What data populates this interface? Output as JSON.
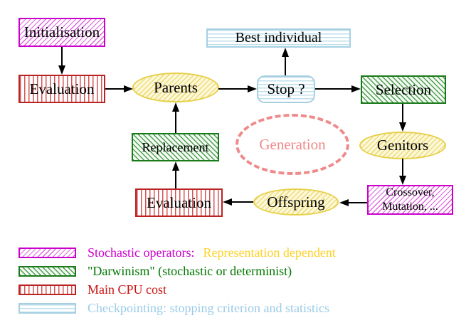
{
  "diagram": {
    "nodes": {
      "initialisation": {
        "label": "Initialisation",
        "category": "stochastic-operator"
      },
      "evaluation_top": {
        "label": "Evaluation",
        "category": "main-cpu-cost"
      },
      "parents": {
        "label": "Parents",
        "category": "population"
      },
      "stop": {
        "label": "Stop ?",
        "category": "checkpointing"
      },
      "best_individual": {
        "label": "Best individual",
        "category": "checkpointing"
      },
      "selection": {
        "label": "Selection",
        "category": "darwinism"
      },
      "genitors": {
        "label": "Genitors",
        "category": "population"
      },
      "crossover_mutation": {
        "line1": "Crossover,",
        "line2": "Mutation, ...",
        "category": "stochastic-operator"
      },
      "offspring": {
        "label": "Offspring",
        "category": "population"
      },
      "evaluation_bottom": {
        "label": "Evaluation",
        "category": "main-cpu-cost"
      },
      "replacement": {
        "label": "Replacement",
        "category": "darwinism"
      },
      "generation": {
        "label": "Generation",
        "category": "cycle-annotation"
      }
    },
    "arrows": [
      "initialisation->evaluation_top",
      "evaluation_top->parents",
      "parents->stop",
      "stop->best_individual",
      "stop->selection",
      "selection->genitors",
      "genitors->crossover_mutation",
      "crossover_mutation->offspring",
      "offspring->evaluation_bottom",
      "evaluation_bottom->replacement",
      "replacement->parents"
    ]
  },
  "legend": {
    "items": [
      {
        "label": "Stochastic operators:",
        "label2": "Representation dependent",
        "swatch": "magenta-diagonal-hatch"
      },
      {
        "label": "\"Darwinism\" (stochastic or determinist)",
        "swatch": "green-diagonal-hatch"
      },
      {
        "label": "Main CPU cost",
        "swatch": "red-vertical-stripes"
      },
      {
        "label": "Checkpointing: stopping criterion and statistics",
        "swatch": "cyan-horizontal-stripes"
      }
    ]
  },
  "palette": {
    "stochastic_magenta": "#cc00cc",
    "darwinism_green": "#007700",
    "cpu_red": "#cc1111",
    "checkpointing_cyan": "#9acbe8",
    "representation_gold": "#ffd024",
    "population_yellow_border": "#e6d04a",
    "generation_coral": "#ef8a8a",
    "arrow_black": "#000000",
    "background": "#ffffff"
  }
}
